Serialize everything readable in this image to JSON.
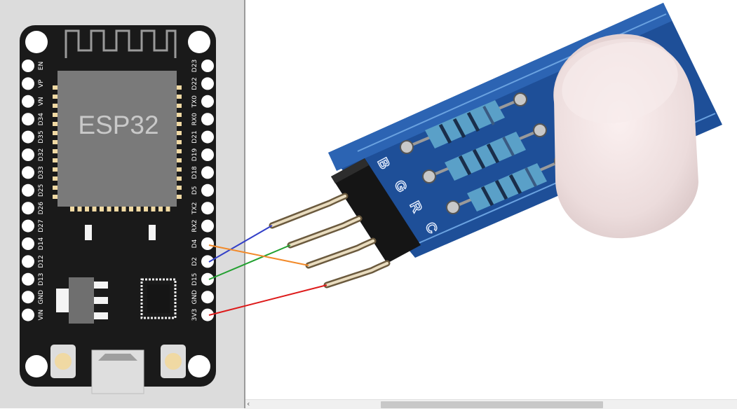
{
  "board": {
    "chip_label": "ESP32",
    "left_pins": [
      "EN",
      "VP",
      "VN",
      "D34",
      "D35",
      "D32",
      "D33",
      "D25",
      "D26",
      "D27",
      "D14",
      "D12",
      "D13",
      "GND",
      "VIN"
    ],
    "right_pins": [
      "D23",
      "D22",
      "TX0",
      "RX0",
      "D21",
      "D19",
      "D18",
      "D5",
      "TX2",
      "RX2",
      "D4",
      "D2",
      "D15",
      "GND",
      "3V3"
    ]
  },
  "module": {
    "pin_labels": [
      "B",
      "G",
      "R",
      "C"
    ]
  },
  "wires": [
    {
      "from_pin": "D2",
      "to_module_pin": "B",
      "color": "#3340c8"
    },
    {
      "from_pin": "D15",
      "to_module_pin": "G",
      "color": "#22a030"
    },
    {
      "from_pin": "D4",
      "to_module_pin": "R",
      "color": "#f28a2a"
    },
    {
      "from_pin": "3V3",
      "to_module_pin": "C",
      "color": "#dd1a1a"
    }
  ],
  "colors": {
    "pcb_board": "#1a1a1a",
    "chip": "#7a7a7a",
    "module_pcb": "#1e4f98",
    "resistor": "#5aa0c8"
  },
  "scrollbar": {
    "left_arrow": "‹"
  }
}
